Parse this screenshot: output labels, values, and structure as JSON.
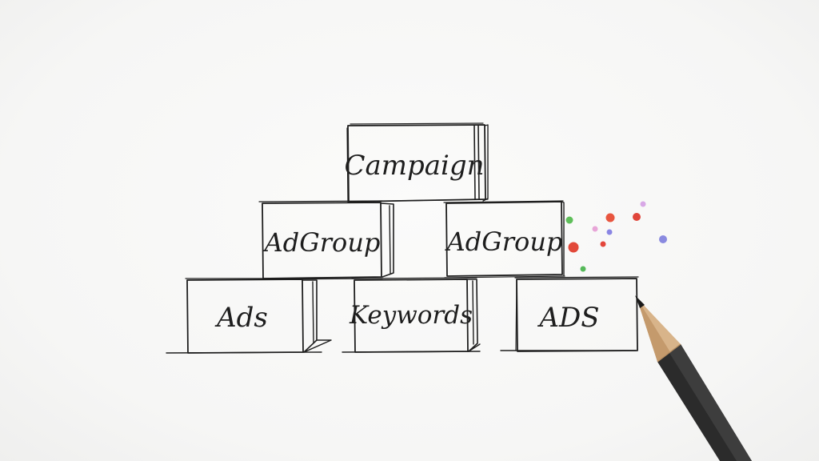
{
  "diagram": {
    "top": {
      "label": "Campaign"
    },
    "middle": [
      {
        "label": "AdGroup"
      },
      {
        "label": "AdGroup"
      }
    ],
    "bottom": [
      {
        "label": "Ads"
      },
      {
        "label": "Keywords"
      },
      {
        "label": "ADS"
      }
    ]
  },
  "decoration": {
    "pencil": "pencil-icon",
    "dots": [
      {
        "color": "#5fbf5a"
      },
      {
        "color": "#e8553f"
      },
      {
        "color": "#d8a8e6"
      },
      {
        "color": "#8a8ae0"
      },
      {
        "color": "#e0453a"
      },
      {
        "color": "#e8a6d8"
      },
      {
        "color": "#e2493a"
      },
      {
        "color": "#e3463b"
      },
      {
        "color": "#8a86e4"
      },
      {
        "color": "#56b95a"
      }
    ]
  }
}
